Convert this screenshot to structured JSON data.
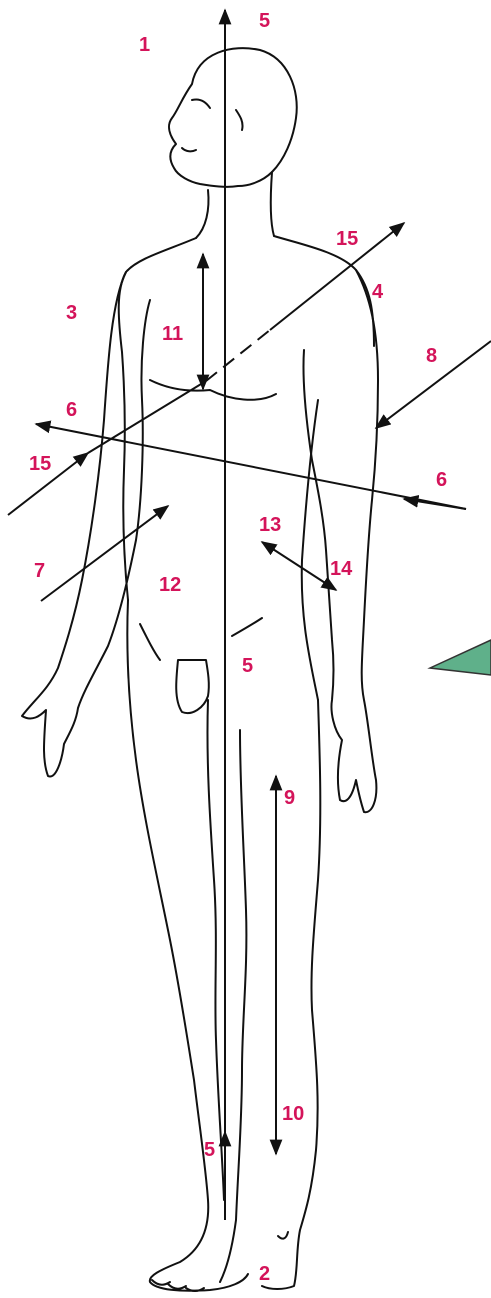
{
  "labels": [
    {
      "id": "l1a",
      "text": "1"
    },
    {
      "id": "l2",
      "text": "2"
    },
    {
      "id": "l3",
      "text": "3"
    },
    {
      "id": "l4",
      "text": "4"
    },
    {
      "id": "l5a",
      "text": "5"
    },
    {
      "id": "l5b",
      "text": "5"
    },
    {
      "id": "l5c",
      "text": "5"
    },
    {
      "id": "l6a",
      "text": "6"
    },
    {
      "id": "l6b",
      "text": "6"
    },
    {
      "id": "l7",
      "text": "7"
    },
    {
      "id": "l8",
      "text": "8"
    },
    {
      "id": "l9",
      "text": "9"
    },
    {
      "id": "l10",
      "text": "10"
    },
    {
      "id": "l11",
      "text": "11"
    },
    {
      "id": "l12",
      "text": "12"
    },
    {
      "id": "l13",
      "text": "13"
    },
    {
      "id": "l14",
      "text": "14"
    },
    {
      "id": "l15a",
      "text": "15"
    },
    {
      "id": "l15b",
      "text": "15"
    }
  ],
  "colors": {
    "label": "#d4145a",
    "line": "#111111",
    "fragment": "#5fb08a"
  }
}
